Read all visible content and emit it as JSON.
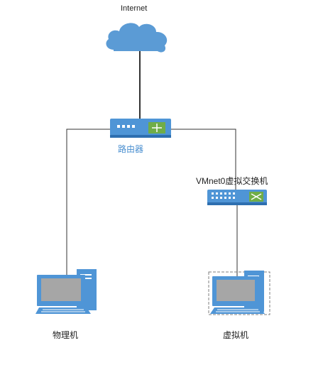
{
  "labels": {
    "internet": "Internet",
    "router": "路由器",
    "switch": "VMnet0虚拟交换机",
    "physical_machine": "物理机",
    "virtual_machine": "虚拟机"
  },
  "icons": {
    "cloud": "cloud-icon",
    "router": "router-icon",
    "switch": "switch-icon",
    "physical_pc": "desktop-computer-icon",
    "virtual_pc": "virtual-desktop-computer-icon"
  },
  "colors": {
    "device_blue": "#4f95d6",
    "device_dark": "#2e6fb0",
    "cloud": "#5b9bd5",
    "screen_gray": "#a6a6a6",
    "connector": "#333333"
  }
}
